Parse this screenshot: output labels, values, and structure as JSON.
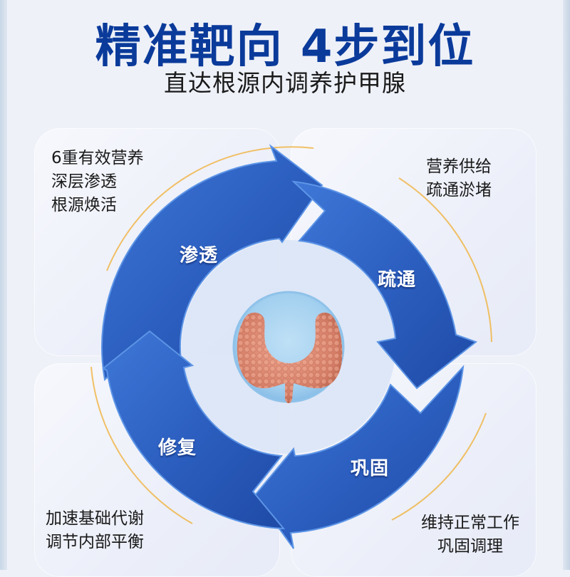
{
  "header": {
    "title": "精准靶向 4步到位",
    "subtitle": "直达根源内调养护甲腺"
  },
  "cycle": {
    "center_image": "thyroid-gland",
    "steps": [
      {
        "label": "渗透",
        "position": "top-left",
        "notes": "6重有效营养\n深层渗透\n根源焕活"
      },
      {
        "label": "疏通",
        "position": "top-right",
        "notes": "营养供给\n疏通淤堵"
      },
      {
        "label": "巩固",
        "position": "bottom-right",
        "notes": "维持正常工作\n巩固调理"
      },
      {
        "label": "修复",
        "position": "bottom-left",
        "notes": "加速基础代谢\n调节内部平衡"
      }
    ]
  },
  "colors": {
    "title": "#0a3a9a",
    "arrow_blue": "#2f63c4",
    "arrow_dark": "#1d4aa8",
    "gold_arc": "#f0b64a",
    "thyroid": "#d9836c",
    "center_disc": "#9ccbec"
  }
}
